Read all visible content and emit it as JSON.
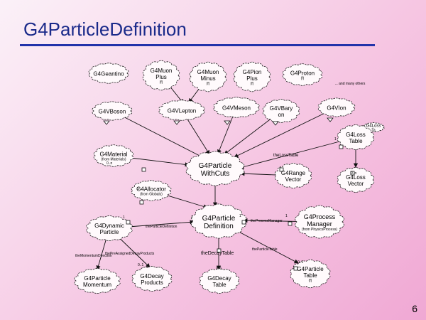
{
  "slide": {
    "title": "G4ParticleDefinition",
    "page_number": "6"
  },
  "diagram": {
    "classes": {
      "geantino": [
        "G4Geantino"
      ],
      "muon_plus": [
        "G4Muon",
        "Plus",
        "(f)"
      ],
      "muon_minus": [
        "G4Muon",
        "Minus",
        "(f)"
      ],
      "pion_plus": [
        "G4Pion",
        "Plus",
        "(f)"
      ],
      "proton": [
        "G4Proton",
        "(f)"
      ],
      "many_others": [
        "... and many others"
      ],
      "vboson": [
        "G4VBoson"
      ],
      "vlepton": [
        "G4VLepton"
      ],
      "vmeson": [
        "G4VMeson"
      ],
      "vbaryon": [
        "G4VBary",
        "on"
      ],
      "vion": [
        "G4VIon"
      ],
      "material": [
        "G4Material",
        "(from Materials)"
      ],
      "loss_small": [
        "G4Loss",
        "Ta"
      ],
      "loss_table": [
        "G4Loss",
        "Table"
      ],
      "particle_with_cuts": [
        "G4Particle",
        "WithCuts"
      ],
      "range_vector": [
        "G4Range",
        "Vector"
      ],
      "loss_vector": [
        "G4Loss",
        "Vector"
      ],
      "allocator": [
        "G4Allocator",
        "(from Globals)"
      ],
      "particle_definition": [
        "G4Particle",
        "Definition"
      ],
      "process_manager": [
        "G4Process",
        "Manager",
        "(from PhysicsProcess)"
      ],
      "dynamic_particle": [
        "G4Dynamic",
        "Particle"
      ],
      "particle_momentum": [
        "G4Particle",
        "Momentum"
      ],
      "decay_products": [
        "G4Decay",
        "Products"
      ],
      "decay_table": [
        "G4Decay",
        "Table"
      ],
      "particle_table": [
        "G4Particle",
        "Table",
        "(f)"
      ]
    },
    "roles": {
      "the_loss_table": "theLossTable",
      "material_mult": "0..n",
      "loss_vector_mult": "0..n",
      "the_particle_definition": "theParticleDefinition",
      "the_process_manager": "theProcessManager",
      "the_pre_assigned_decay_products": "thePreAssignedDecayProducts",
      "the_momentum_direction": "theMomentumDirection",
      "the_decay_table": "theDecayTable",
      "the_particle_table": "theParticleTable",
      "decay_products_mult": "0..1",
      "decay_table_mult": "0..1",
      "particle_table_mult": "0..1",
      "one_a": "1",
      "one_b": "1",
      "one_c": "1",
      "one_d": "1",
      "one_e": "1",
      "one_f": "1"
    }
  }
}
